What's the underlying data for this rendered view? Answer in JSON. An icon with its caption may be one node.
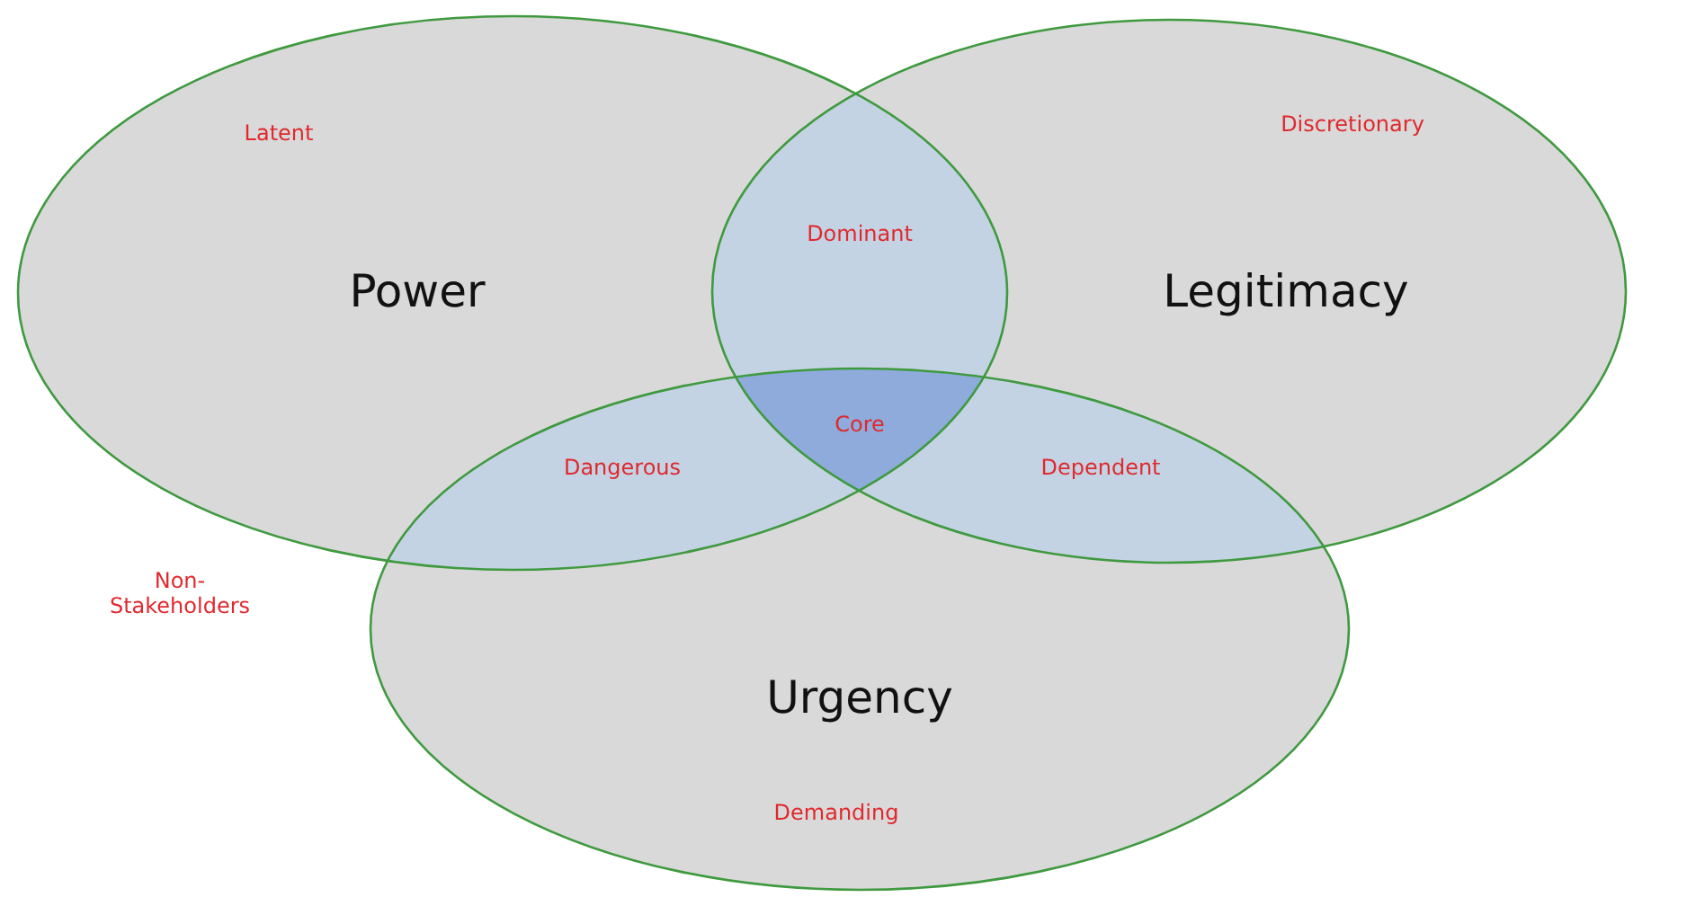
{
  "diagram": {
    "nodes": [
      {
        "text": [
          "Latent",
          "Power"
        ]
      },
      {
        "text": [
          "Discretionary",
          "Legitimacy"
        ]
      },
      {
        "text": [
          "Urgency",
          "Demanding"
        ]
      }
    ],
    "labels": [
      "Dominant",
      "Core",
      "Dangerous",
      "Dependent",
      "Non-Stakeholders"
    ]
  }
}
